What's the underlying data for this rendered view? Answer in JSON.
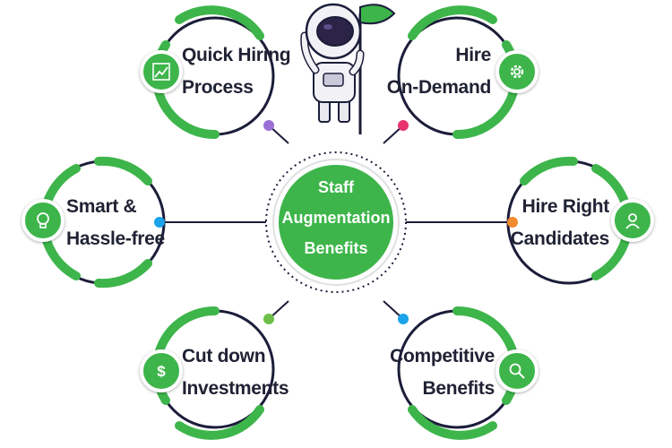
{
  "center": {
    "lines": [
      "Staff",
      "Augmentation",
      "Benefits"
    ]
  },
  "benefits": [
    {
      "id": "quick-hiring",
      "lines": [
        "Quick Hiring",
        "Process"
      ],
      "icon": "chart-icon"
    },
    {
      "id": "smart",
      "lines": [
        "Smart &",
        "Hassle-free"
      ],
      "icon": "lightbulb-icon"
    },
    {
      "id": "cut-down",
      "lines": [
        "Cut down",
        "Investments"
      ],
      "icon": "dollar-icon"
    },
    {
      "id": "hire-on-demand",
      "lines": [
        "Hire",
        "On-Demand"
      ],
      "icon": "gear-icon"
    },
    {
      "id": "hire-right",
      "lines": [
        "Hire Right",
        "Candidates"
      ],
      "icon": "user-icon"
    },
    {
      "id": "competitive",
      "lines": [
        "Competitive",
        "Benefits"
      ],
      "icon": "search-icon"
    }
  ],
  "colors": {
    "green": "#3db54a",
    "navy": "#1b1d3a",
    "dot_purple": "#9b6fd6",
    "dot_blue": "#1aa3e8",
    "dot_green": "#6cc04a",
    "dot_pink": "#e8336e",
    "dot_orange": "#f28a2e"
  }
}
